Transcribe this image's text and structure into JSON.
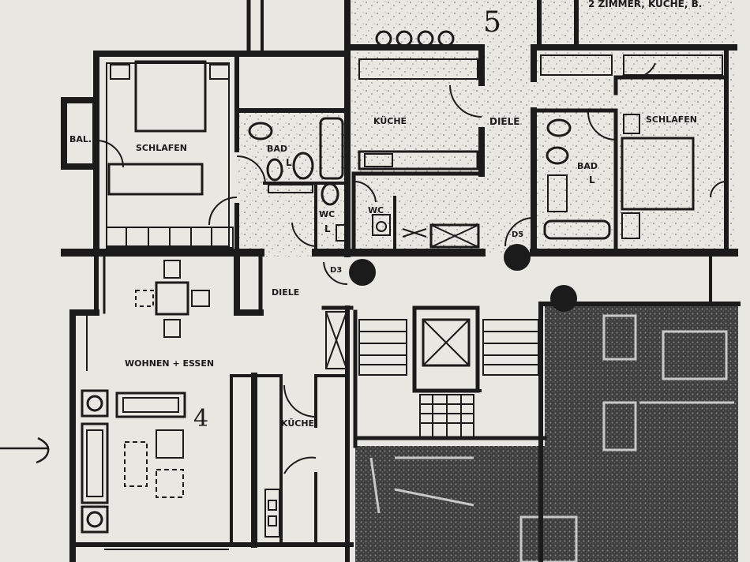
{
  "header": {
    "partial_caption": "2 ZIMMER, KÜCHE, B."
  },
  "units": {
    "unit_5": "5",
    "unit_4": "4"
  },
  "rooms": {
    "balcony": "BAL.",
    "bedroom_left": "SCHLAFEN",
    "bath_left": "BAD",
    "wc_left": "WC",
    "wc_center": "WC",
    "kitchen_upper": "KÜCHE",
    "hall_upper": "DIELE",
    "bath_right": "BAD",
    "bedroom_right": "SCHLAFEN",
    "hall_lower": "DIELE",
    "living_dining": "WOHNEN + ESSEN",
    "kitchen_lower": "KÜCHE"
  },
  "fixtures": {
    "bath_left_marker": "L",
    "wc_left_marker": "L",
    "bath_right_marker": "L"
  },
  "shafts": {
    "shaft_left": "D3",
    "shaft_right": "D5"
  },
  "colors": {
    "paper": "#e9e7e1",
    "ink": "#1b1b1b",
    "hatch": "#3a3a3a"
  },
  "icons": {
    "entry_arrow": "arrow-right-icon"
  }
}
